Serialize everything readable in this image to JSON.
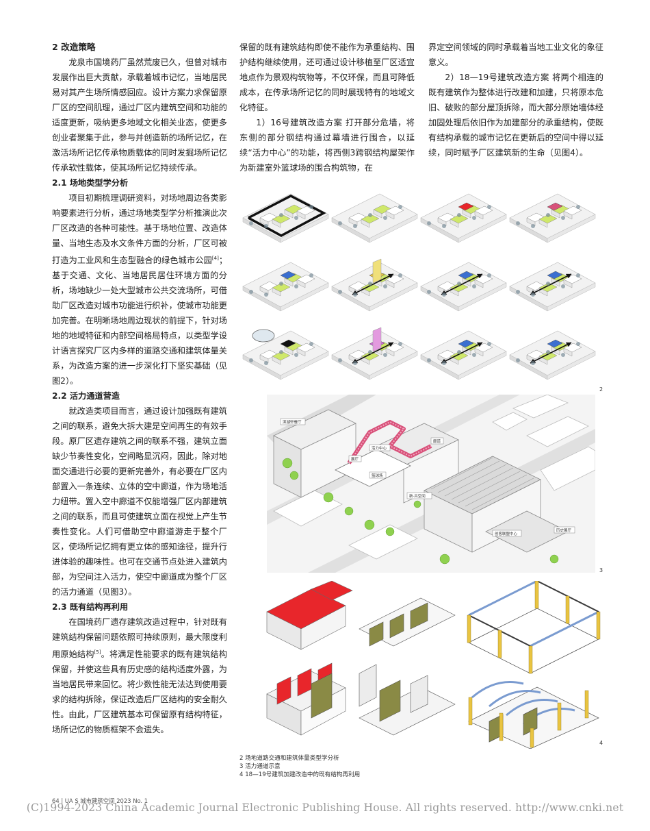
{
  "article": {
    "section2_title": "2  改造策略",
    "section2_p1": "龙泉市国境药厂虽然荒废已久，但曾对城市发展作出巨大贡献，承载着城市记忆，当地居民易对其产生场所情感回应。设计方案力求保留原厂区的空间肌理，通过厂区内建筑空间和功能的适度更新，吸纳更多地域文化相关业态，使更多创业者聚集于此，参与并创造新的场所记忆，在激活场所记忆传承物质载体的同时发掘场所记忆传承软性载体，使其场所记忆持续传承。",
    "s21_title": "2.1  场地类型学分析",
    "s21_p1": "项目初期梳理调研资料，对场地周边各类影响要素进行分析，通过场地类型学分析推演此次厂区改造的各种可能性。基于场地位置、改造体量、当地生态及水文条件方面的分析，厂区可被打造为工业风和生态型融合的绿色城市公园",
    "s21_sup": "[4]",
    "s21_p1b": "；基于交通、文化、当地居民居住环境方面的分析，场地缺少一处大型城市公共交流场所，可借助厂区改造对城市功能进行织补，使城市功能更加完善。在明晰场地周边现状的前提下，针对场地的地域特征和内部空间格局特点，以类型学设计语言探究厂区内多样的道路交通和建筑体量关系，为改造方案的进一步深化打下坚实基础（见图2）。",
    "s22_title": "2.2  活力通道营造",
    "s22_p1": "就改造类项目而言，通过设计加强既有建筑之间的联系，避免大拆大建是空间再生的有效手段。原厂区遗存建筑之间的联系不强，建筑立面缺少节奏性变化，空间略显沉闷，因此，除对地面交通进行必要的更新完善外，有必要在厂区内部置入一条连续、立体的空中廊道，作为场地活力纽带。置入空中廊道不仅能增强厂区内部建筑之间的联系，而且可使建筑立面在视觉上产生节奏性变化。人们可借助空中廊道游走于整个厂区，使场所记忆拥有更立体的感知途径，提升行进体验的趣味性。也可在交通节点处进入建筑内部，为空间注入活力，使空中廊道成为整个厂区的活力通道（见图3）。",
    "s23_title": "2.3  既有结构再利用",
    "s23_p1": "在国境药厂遗存建筑改造过程中，针对既有建筑结构保留问题依照可持续原则，最大限度利用原始结构",
    "s23_sup": "[5]",
    "s23_p1b": "。将满足性能要求的既有建筑结构保留，并使这些具有历史感的结构适度外露，为当地居民带来回忆。将少数性能无法达到使用要求的结构拆除，保证改造后厂区结构的安全耐久性。由此，厂区建筑基本可保留原有结构特征，场所记忆的物质框架不会遗失。",
    "c2_p1": "保留的既有建筑结构即使不能作为承重结构、围护结构继续使用，还可通过设计移植至厂区适宜地点作为景观构筑物等，不仅环保，而且可降低成本，在传承场所记忆的同时展现特有的地域文化特征。",
    "c2_p2": "1）16号建筑改造方案  打开部分危墙，将东侧的部分钢结构通过幕墙进行围合，以延续“活力中心”的功能，将西侧3跨钢结构屋架作为新建室外篮球场的围合构筑物，在",
    "c3_p1": "界定空间领域的同时承载着当地工业文化的象征意义。",
    "c3_p2": "2）18—19号建筑改造方案  将两个相连的既有建筑作为整体进行改建和加建，只将原本危旧、破败的部分屋顶拆除，而大部分原始墙体经加固处理后依旧作为加建部分的承重结构，使既有结构承载的城市记忆在更新后的空间中得以延续，同时赋予厂区建筑新的生命（见图4）。"
  },
  "figures": {
    "fig2_num": "2",
    "fig3_num": "3",
    "fig4_num": "4",
    "fig3_labels": [
      "滨湖轩餐厅",
      "活力中心",
      "廊道",
      "篮球场",
      "展厅",
      "新·共空间",
      "创客联盟中心",
      "历史展厅"
    ]
  },
  "captions": [
    "2   场地道路交通和建筑体量类型学分析",
    "3   活力通道示意",
    "4   18—19号建筑加建改造中的既有结构再利用"
  ],
  "footer": "64  |  UA S 城市建筑空间  2023  No. 1",
  "copyright": "(C)1994-2023 China Academic Journal Electronic Publishing House. All rights reserved.    http://www.cnki.net",
  "colors": {
    "accent_green": "#cfe86a",
    "red_roof": "#e8262b",
    "olive_wall": "#8a8a45",
    "walkway_pink": "#d8527a"
  }
}
